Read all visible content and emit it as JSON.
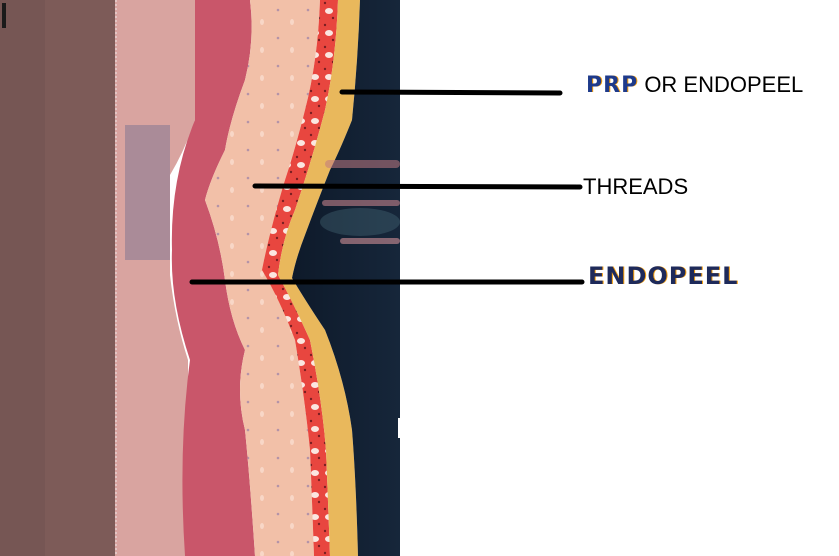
{
  "diagram": {
    "subject": "skin cross-section illustration with treatment layer annotations",
    "labels": [
      {
        "id": "prp",
        "accent_text": "PRP",
        "rest_text": " OR ENDOPEEL"
      },
      {
        "id": "threads",
        "text": "THREADS"
      },
      {
        "id": "endopeel",
        "text": "ENDOPEEL"
      }
    ],
    "colors": {
      "outer_dark": "#7a5a58",
      "skin_pale": "#d9a4a0",
      "dermis_deep": "#c9566a",
      "dermis_light": "#f2c0a8",
      "epidermis_red": "#e8463f",
      "surface_yellow": "#e9b85c",
      "background_dark": "#0f1a2a",
      "label_accent": "#1e3a8a",
      "line": "#000000"
    }
  }
}
